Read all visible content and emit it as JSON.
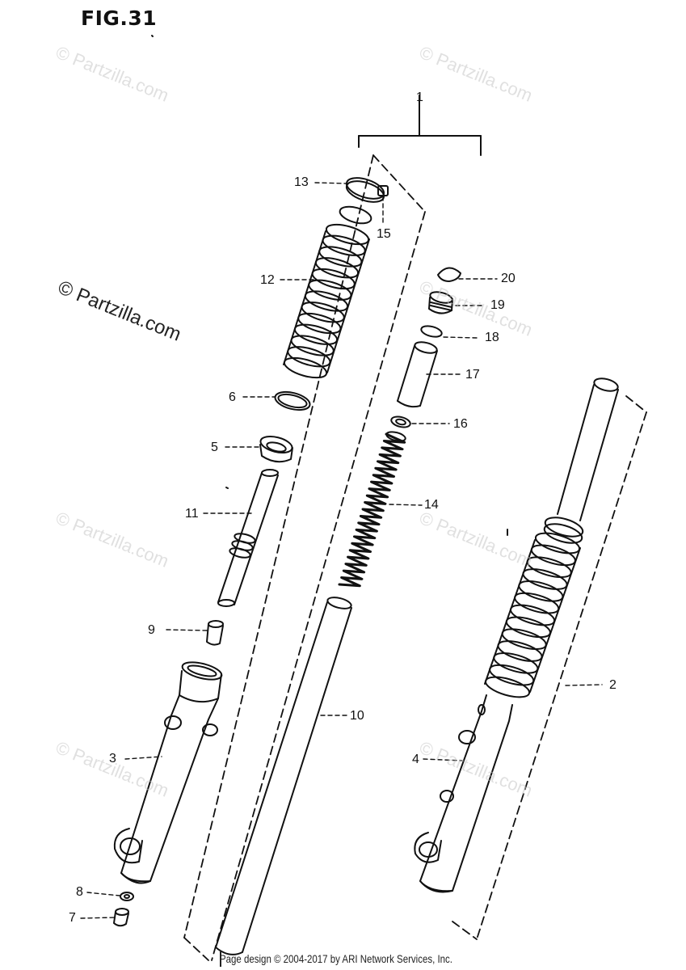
{
  "figure_label": "FIG.31",
  "callouts": {
    "c1": "1",
    "c2": "2",
    "c3": "3",
    "c4": "4",
    "c5": "5",
    "c6": "6",
    "c7": "7",
    "c8": "8",
    "c9": "9",
    "c10": "10",
    "c11": "11",
    "c12": "12",
    "c13": "13",
    "c14": "14",
    "c15": "15",
    "c16": "16",
    "c17": "17",
    "c18": "18",
    "c19": "19",
    "c20": "20"
  },
  "watermark": "© Partzilla.com",
  "footer_text": "Page design © 2004-2017 by ARI Network Services, Inc.",
  "colors": {
    "ink": "#111111",
    "watermark": "#c8c8c8",
    "background": "#ffffff"
  }
}
